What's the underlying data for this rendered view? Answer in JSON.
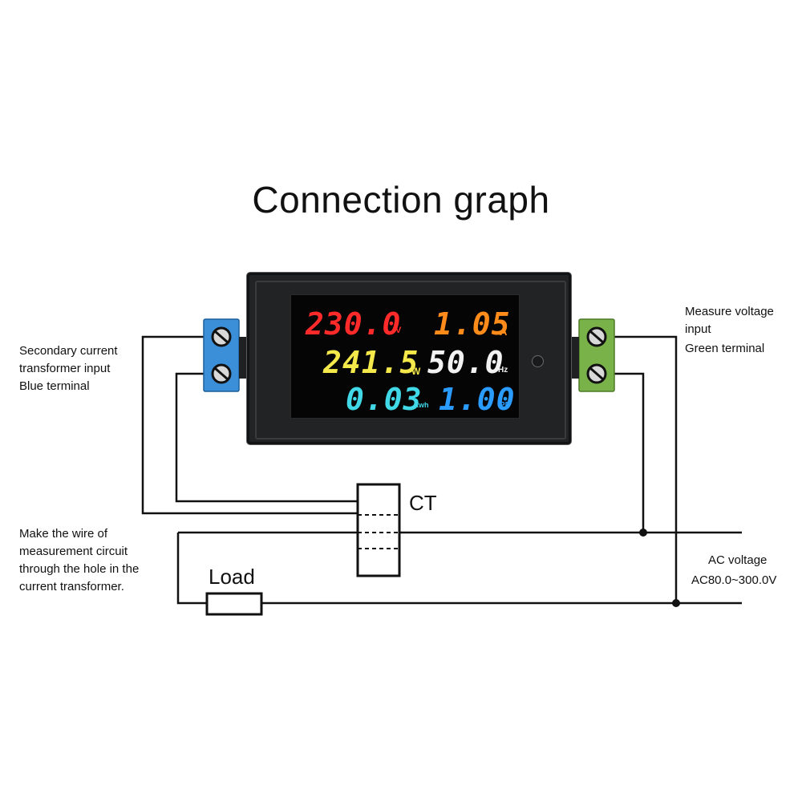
{
  "title": "Connection graph",
  "meter": {
    "voltage": {
      "value": "230.0",
      "unit": "V",
      "color": "#ff2a2a"
    },
    "current": {
      "value": "1.05",
      "unit": "A",
      "color": "#ff8c1a"
    },
    "power": {
      "value": "241.5",
      "unit": "W",
      "color": "#f4e84a"
    },
    "frequency": {
      "value": "50.0",
      "unit": "Hz",
      "color": "#f2f2f2"
    },
    "energy": {
      "value": "0.03",
      "unit": "kwh",
      "color": "#41d8e8"
    },
    "power_factor": {
      "value": "1.00",
      "unit": "PF",
      "color": "#2a9bff"
    }
  },
  "terminals": {
    "blue": {
      "color": "#3a8fd8"
    },
    "green": {
      "color": "#7ab24a"
    }
  },
  "labels": {
    "secondary_ct": "Secondary current\ntransformer input\nBlue terminal",
    "measure_voltage_1": "Measure voltage\ninput",
    "measure_voltage_2": "Green terminal",
    "make_wire": "Make the wire of\nmeasurement circuit\nthrough the hole in the\ncurrent transformer.",
    "ct": "CT",
    "load": "Load",
    "ac_voltage": "AC voltage",
    "ac_range": "AC80.0~300.0V"
  }
}
